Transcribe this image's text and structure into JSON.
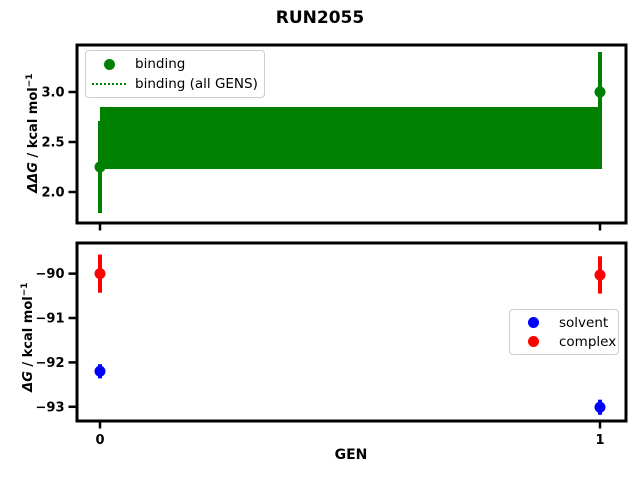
{
  "figure": {
    "title": "RUN2055",
    "background": "#ffffff",
    "axis_color": "#000000"
  },
  "colors": {
    "binding": "#008000",
    "solvent": "#0000ff",
    "complex": "#ff0000"
  },
  "xaxis": {
    "label": "GEN",
    "xlim": [
      -0.046,
      1.052
    ],
    "ticks": {
      "values": [
        0,
        1
      ],
      "labels": [
        "0",
        "1"
      ]
    }
  },
  "chart_data": [
    {
      "type": "scatter",
      "panel": "top",
      "ylabel": {
        "sym": "ΔΔG",
        "unit": " / kcal mol",
        "sup": "−1"
      },
      "ylim": [
        1.69,
        3.47
      ],
      "yticks": {
        "values": [
          2.0,
          2.5,
          3.0
        ],
        "labels": [
          "2.0",
          "2.5",
          "3.0"
        ]
      },
      "grid": false,
      "series": [
        {
          "name": "binding",
          "color": "#008000",
          "points": [
            {
              "x": 0,
              "y": 2.25,
              "err_lo": 1.79,
              "err_hi": 2.71
            },
            {
              "x": 1,
              "y": 3.0,
              "err_lo": 2.6,
              "err_hi": 3.4
            }
          ]
        }
      ],
      "band": {
        "name": "binding (all GENS)",
        "color": "#008000",
        "x0": 0,
        "x1": 1,
        "y_lo": 2.23,
        "y_hi": 2.85
      },
      "legend": {
        "position": "upper-left",
        "entries": [
          {
            "label": "binding",
            "glyph": "dot",
            "color": "#008000"
          },
          {
            "label": "binding (all GENS)",
            "glyph": "dotted-line",
            "color": "#008000"
          }
        ]
      }
    },
    {
      "type": "scatter",
      "panel": "bottom",
      "ylabel": {
        "sym": "ΔG",
        "unit": " / kcal mol",
        "sup": "−1"
      },
      "ylim": [
        -93.32,
        -89.31
      ],
      "yticks": {
        "values": [
          -90,
          -91,
          -92,
          -93
        ],
        "labels": [
          "−90",
          "−91",
          "−92",
          "−93"
        ]
      },
      "grid": false,
      "series": [
        {
          "name": "solvent",
          "color": "#0000ff",
          "points": [
            {
              "x": 0,
              "y": -92.2,
              "err_lo": -92.36,
              "err_hi": -92.04
            },
            {
              "x": 1,
              "y": -93.01,
              "err_lo": -93.18,
              "err_hi": -92.84
            }
          ]
        },
        {
          "name": "complex",
          "color": "#ff0000",
          "points": [
            {
              "x": 0,
              "y": -90.0,
              "err_lo": -90.43,
              "err_hi": -89.57
            },
            {
              "x": 1,
              "y": -90.03,
              "err_lo": -90.45,
              "err_hi": -89.61
            }
          ]
        }
      ],
      "legend": {
        "position": "center-right",
        "entries": [
          {
            "label": "solvent",
            "glyph": "dot",
            "color": "#0000ff"
          },
          {
            "label": "complex",
            "glyph": "dot",
            "color": "#ff0000"
          }
        ]
      }
    }
  ]
}
